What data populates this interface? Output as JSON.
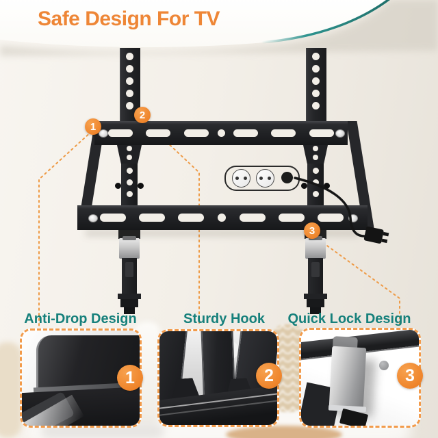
{
  "header": {
    "title": "Safe Design For TV"
  },
  "callouts": [
    {
      "num": "1",
      "label": "Anti-Drop Design"
    },
    {
      "num": "2",
      "label": "Sturdy Hook"
    },
    {
      "num": "3",
      "label": "Quick Lock Design"
    }
  ],
  "colors": {
    "title_orange": "#EE8636",
    "label_teal": "#16807B",
    "callout_dash": "#EE9A45",
    "badge_orange": "#F0872E",
    "swoosh_teal": "#2E938E"
  }
}
